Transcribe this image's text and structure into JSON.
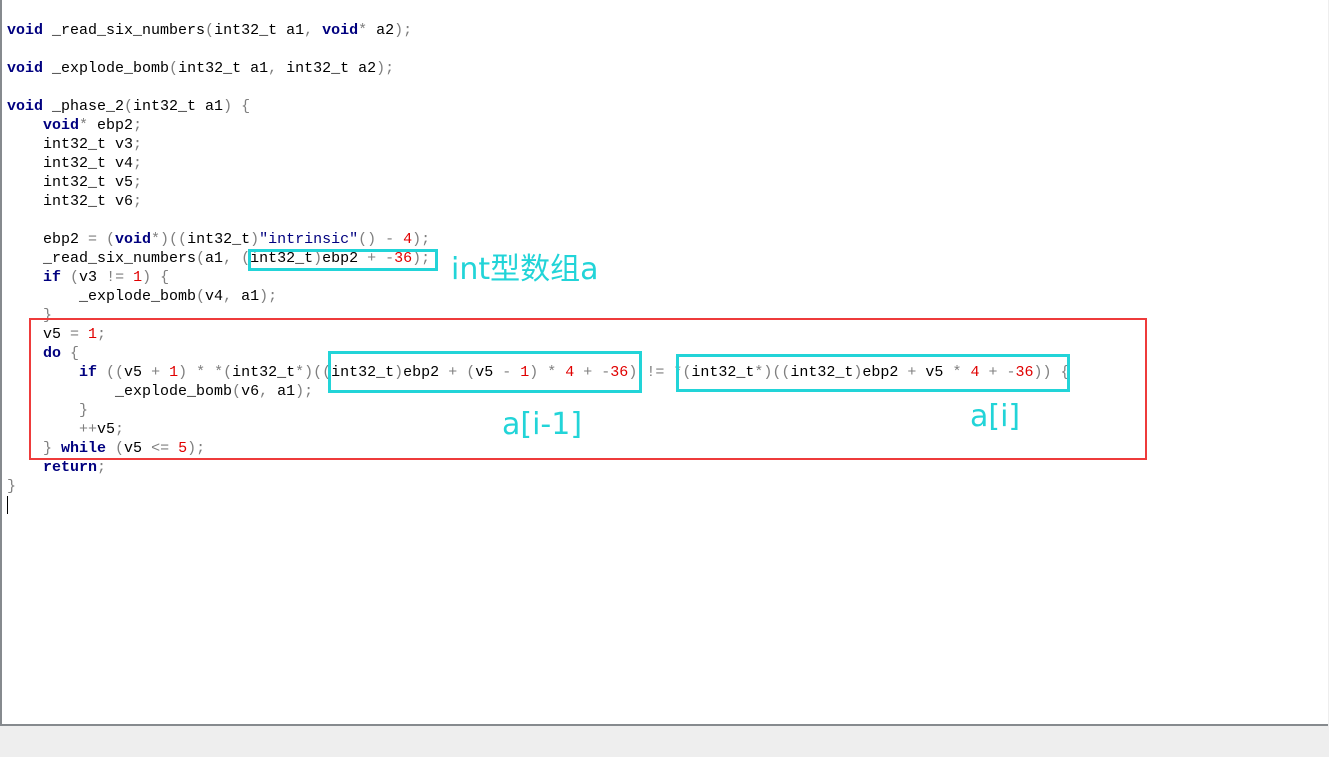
{
  "editor": {
    "language": "c",
    "lines": [
      [
        {
          "t": "void",
          "c": "kw"
        },
        {
          "t": " _read_six_numbers"
        },
        {
          "t": "(",
          "c": "punc"
        },
        {
          "t": "int32_t a1"
        },
        {
          "t": ", ",
          "c": "punc"
        },
        {
          "t": "void",
          "c": "kw"
        },
        {
          "t": "*",
          "c": "punc"
        },
        {
          "t": " a2"
        },
        {
          "t": ");",
          "c": "punc"
        }
      ],
      [],
      [
        {
          "t": "void",
          "c": "kw"
        },
        {
          "t": " _explode_bomb"
        },
        {
          "t": "(",
          "c": "punc"
        },
        {
          "t": "int32_t a1"
        },
        {
          "t": ", ",
          "c": "punc"
        },
        {
          "t": "int32_t a2"
        },
        {
          "t": ");",
          "c": "punc"
        }
      ],
      [],
      [
        {
          "t": "void",
          "c": "kw"
        },
        {
          "t": " _phase_2"
        },
        {
          "t": "(",
          "c": "punc"
        },
        {
          "t": "int32_t a1"
        },
        {
          "t": ") {",
          "c": "punc"
        }
      ],
      [
        {
          "t": "    "
        },
        {
          "t": "void",
          "c": "kw"
        },
        {
          "t": "*",
          "c": "punc"
        },
        {
          "t": " ebp2"
        },
        {
          "t": ";",
          "c": "punc"
        }
      ],
      [
        {
          "t": "    int32_t v3"
        },
        {
          "t": ";",
          "c": "punc"
        }
      ],
      [
        {
          "t": "    int32_t v4"
        },
        {
          "t": ";",
          "c": "punc"
        }
      ],
      [
        {
          "t": "    int32_t v5"
        },
        {
          "t": ";",
          "c": "punc"
        }
      ],
      [
        {
          "t": "    int32_t v6"
        },
        {
          "t": ";",
          "c": "punc"
        }
      ],
      [],
      [
        {
          "t": "    ebp2 "
        },
        {
          "t": "= (",
          "c": "punc"
        },
        {
          "t": "void",
          "c": "kw"
        },
        {
          "t": "*)((",
          "c": "punc"
        },
        {
          "t": "int32_t"
        },
        {
          "t": ")",
          "c": "punc"
        },
        {
          "t": "\"intrinsic\"",
          "c": "str"
        },
        {
          "t": "() - ",
          "c": "punc"
        },
        {
          "t": "4",
          "c": "num"
        },
        {
          "t": ");",
          "c": "punc"
        }
      ],
      [
        {
          "t": "    _read_six_numbers"
        },
        {
          "t": "(",
          "c": "punc"
        },
        {
          "t": "a1"
        },
        {
          "t": ", (",
          "c": "punc"
        },
        {
          "t": "int32_t"
        },
        {
          "t": ")",
          "c": "punc"
        },
        {
          "t": "ebp2 "
        },
        {
          "t": "+ -",
          "c": "punc"
        },
        {
          "t": "36",
          "c": "num"
        },
        {
          "t": ");",
          "c": "punc"
        }
      ],
      [
        {
          "t": "    "
        },
        {
          "t": "if",
          "c": "kw"
        },
        {
          "t": " (",
          "c": "punc"
        },
        {
          "t": "v3 "
        },
        {
          "t": "!= ",
          "c": "punc"
        },
        {
          "t": "1",
          "c": "num"
        },
        {
          "t": ") {",
          "c": "punc"
        }
      ],
      [
        {
          "t": "        _explode_bomb"
        },
        {
          "t": "(",
          "c": "punc"
        },
        {
          "t": "v4"
        },
        {
          "t": ", ",
          "c": "punc"
        },
        {
          "t": "a1"
        },
        {
          "t": ");",
          "c": "punc"
        }
      ],
      [
        {
          "t": "    }",
          "c": "punc"
        }
      ],
      [
        {
          "t": "    v5 "
        },
        {
          "t": "= ",
          "c": "punc"
        },
        {
          "t": "1",
          "c": "num"
        },
        {
          "t": ";",
          "c": "punc"
        }
      ],
      [
        {
          "t": "    "
        },
        {
          "t": "do",
          "c": "kw"
        },
        {
          "t": " {",
          "c": "punc"
        }
      ],
      [
        {
          "t": "        "
        },
        {
          "t": "if",
          "c": "kw"
        },
        {
          "t": " ((",
          "c": "punc"
        },
        {
          "t": "v5 "
        },
        {
          "t": "+ ",
          "c": "punc"
        },
        {
          "t": "1",
          "c": "num"
        },
        {
          "t": ") * *(",
          "c": "punc"
        },
        {
          "t": "int32_t"
        },
        {
          "t": "*)((",
          "c": "punc"
        },
        {
          "t": "int32_t"
        },
        {
          "t": ")",
          "c": "punc"
        },
        {
          "t": "ebp2 "
        },
        {
          "t": "+ (",
          "c": "punc"
        },
        {
          "t": "v5 "
        },
        {
          "t": "- ",
          "c": "punc"
        },
        {
          "t": "1",
          "c": "num"
        },
        {
          "t": ") * ",
          "c": "punc"
        },
        {
          "t": "4",
          "c": "num"
        },
        {
          "t": " + -",
          "c": "punc"
        },
        {
          "t": "36",
          "c": "num"
        },
        {
          "t": ") != *(",
          "c": "punc"
        },
        {
          "t": "int32_t"
        },
        {
          "t": "*)((",
          "c": "punc"
        },
        {
          "t": "int32_t"
        },
        {
          "t": ")",
          "c": "punc"
        },
        {
          "t": "ebp2 "
        },
        {
          "t": "+ ",
          "c": "punc"
        },
        {
          "t": "v5 "
        },
        {
          "t": "* ",
          "c": "punc"
        },
        {
          "t": "4",
          "c": "num"
        },
        {
          "t": " + -",
          "c": "punc"
        },
        {
          "t": "36",
          "c": "num"
        },
        {
          "t": ")) {",
          "c": "punc"
        }
      ],
      [
        {
          "t": "            _explode_bomb"
        },
        {
          "t": "(",
          "c": "punc"
        },
        {
          "t": "v6"
        },
        {
          "t": ", ",
          "c": "punc"
        },
        {
          "t": "a1"
        },
        {
          "t": ");",
          "c": "punc"
        }
      ],
      [
        {
          "t": "        }",
          "c": "punc"
        }
      ],
      [
        {
          "t": "        "
        },
        {
          "t": "++",
          "c": "punc"
        },
        {
          "t": "v5"
        },
        {
          "t": ";",
          "c": "punc"
        }
      ],
      [
        {
          "t": "    } ",
          "c": "punc"
        },
        {
          "t": "while",
          "c": "kw"
        },
        {
          "t": " (",
          "c": "punc"
        },
        {
          "t": "v5 "
        },
        {
          "t": "<= ",
          "c": "punc"
        },
        {
          "t": "5",
          "c": "num"
        },
        {
          "t": ");",
          "c": "punc"
        }
      ],
      [
        {
          "t": "    "
        },
        {
          "t": "return",
          "c": "kw"
        },
        {
          "t": ";",
          "c": "punc"
        }
      ],
      [
        {
          "t": "}",
          "c": "punc"
        }
      ]
    ]
  },
  "annotations": {
    "array_label": "int型数组a",
    "prev_elem_label": "a[i-1]",
    "curr_elem_label": "a[i]",
    "box_color_red": "#ee3b3b",
    "box_color_cyan": "#22d4d8"
  }
}
